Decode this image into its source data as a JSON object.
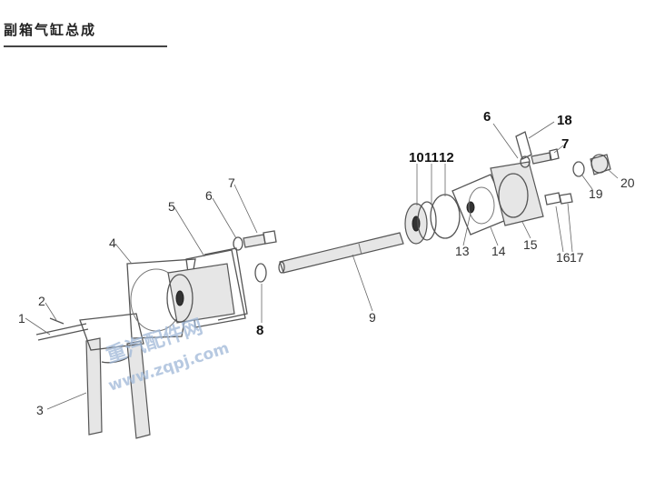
{
  "header": {
    "title": "副箱气缸总成"
  },
  "watermark": {
    "line1": "重汽配件网",
    "line2": "www.zqpj.com"
  },
  "callouts": {
    "c1": "1",
    "c2": "2",
    "c3": "3",
    "c4": "4",
    "c5": "5",
    "c6a": "6",
    "c7a": "7",
    "c8": "8",
    "c9": "9",
    "c10": "10",
    "c11": "11",
    "c12": "12",
    "c13": "13",
    "c14": "14",
    "c15": "15",
    "c6b": "6",
    "c18": "18",
    "c7b": "7",
    "c16": "16",
    "c17": "17",
    "c19": "19",
    "c20": "20"
  },
  "colors": {
    "line": "#555555",
    "watermark": "#9fb8d8"
  }
}
